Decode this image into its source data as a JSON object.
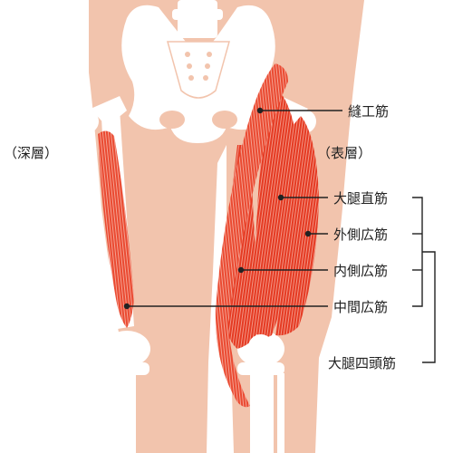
{
  "colors": {
    "skin": "#f2c4ad",
    "bone": "#ffffff",
    "muscle": "#e53a22",
    "muscle_light": "#f08a74",
    "line": "#222222"
  },
  "labels": {
    "deep_layer": "（深層）",
    "surface_layer": "（表層）",
    "sartorius": "縫工筋",
    "rectus_femoris": "大腿直筋",
    "vastus_lateralis": "外側広筋",
    "vastus_medialis": "内側広筋",
    "vastus_intermedius": "中間広筋",
    "quadriceps": "大腿四頭筋"
  }
}
